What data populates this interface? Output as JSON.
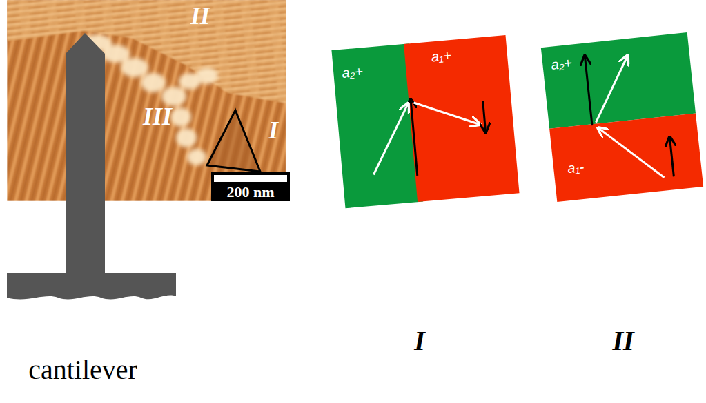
{
  "diagram": {
    "nodes": [
      {
        "text": [
          "a₂+"
        ]
      },
      {
        "text": [
          "a₁+"
        ]
      },
      {
        "text": [
          "a₂+"
        ]
      },
      {
        "text": [
          "a₁-"
        ]
      }
    ],
    "labels": [
      "II",
      "III",
      "I",
      "200 nm",
      "cantilever",
      "I",
      "II"
    ]
  }
}
